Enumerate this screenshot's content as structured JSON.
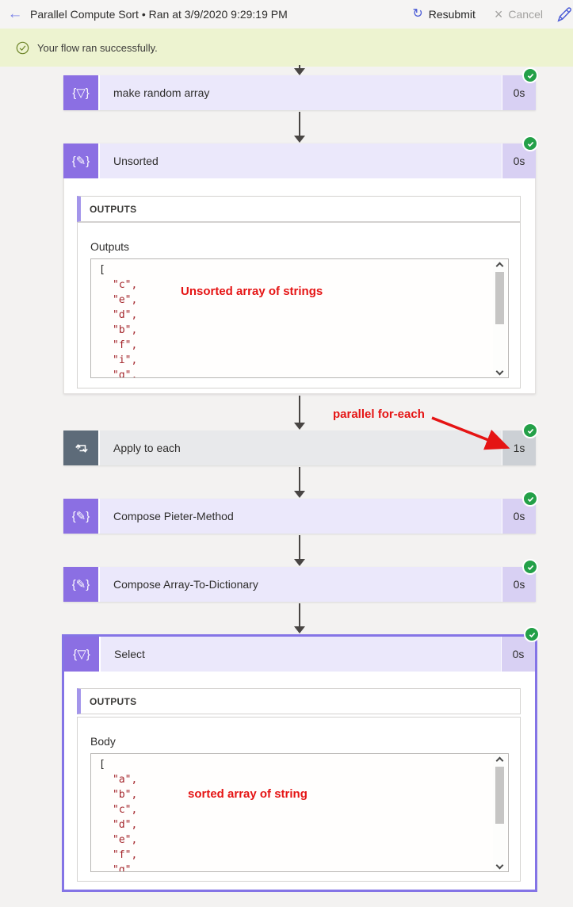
{
  "header": {
    "title": "Parallel Compute Sort • Ran at 3/9/2020 9:29:19 PM",
    "resubmit_label": "Resubmit",
    "cancel_label": "Cancel"
  },
  "banner": {
    "message": "Your flow ran successfully."
  },
  "icons": {
    "back_glyph": "←",
    "resubmit_glyph": "↻",
    "cancel_glyph": "×",
    "select_glyph": "{▽}",
    "compose_glyph": "{✎}"
  },
  "actions": {
    "make_random_array": {
      "title": "make random array",
      "duration": "0s",
      "status": "succeeded"
    },
    "unsorted": {
      "title": "Unsorted",
      "duration": "0s",
      "status": "succeeded",
      "section_header": "OUTPUTS",
      "field_label": "Outputs",
      "code_lines": [
        "[",
        "\"c\",",
        "\"e\",",
        "\"d\",",
        "\"b\",",
        "\"f\",",
        "\"i\",",
        "\"g\","
      ]
    },
    "apply_to_each": {
      "title": "Apply to each",
      "duration": "1s",
      "status": "succeeded"
    },
    "compose_pieter": {
      "title": "Compose Pieter-Method",
      "duration": "0s",
      "status": "succeeded"
    },
    "compose_dict": {
      "title": "Compose Array-To-Dictionary",
      "duration": "0s",
      "status": "succeeded"
    },
    "select": {
      "title": "Select",
      "duration": "0s",
      "status": "succeeded",
      "section_header": "OUTPUTS",
      "field_label": "Body",
      "code_lines": [
        "[",
        "\"a\",",
        "\"b\",",
        "\"c\",",
        "\"d\",",
        "\"e\",",
        "\"f\",",
        "\"g\","
      ]
    }
  },
  "annotations": {
    "unsorted_note": "Unsorted array of strings",
    "parallel_note": "parallel for-each",
    "sorted_note": "sorted array of string"
  },
  "colors": {
    "accent_purple": "#8b6fe3",
    "row_purple_bg": "#ebe8fb",
    "duration_purple_bg": "#d8d0f3",
    "gray_icon": "#5d6b79",
    "row_gray_bg": "#e8e9eb",
    "duration_gray_bg": "#ccd0d5",
    "success_green": "#23a048",
    "annotation_red": "#e51414",
    "code_string_red": "#a4262c",
    "selected_border": "#8474e6",
    "banner_bg": "#edf3d0"
  }
}
